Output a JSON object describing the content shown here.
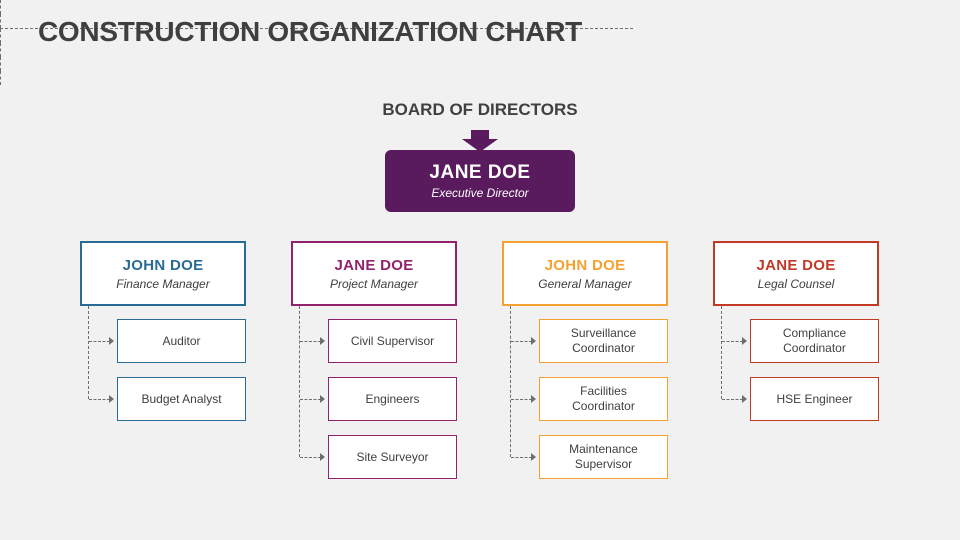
{
  "title": "CONSTRUCTION ORGANIZATION CHART",
  "board": {
    "label": "BOARD OF DIRECTORS"
  },
  "executive": {
    "name": "JANE DOE",
    "role": "Executive Director"
  },
  "branches": [
    {
      "name": "JOHN DOE",
      "role": "Finance Manager",
      "color": "#2A6B94",
      "children": [
        "Auditor",
        "Budget Analyst"
      ]
    },
    {
      "name": "JANE DOE",
      "role": "Project Manager",
      "color": "#91226B",
      "children": [
        "Civil Supervisor",
        "Engineers",
        "Site Surveyor"
      ]
    },
    {
      "name": "JOHN DOE",
      "role": "General Manager",
      "color": "#F2A132",
      "children": [
        "Surveillance Coordinator",
        "Facilities Coordinator",
        "Maintenance Supervisor"
      ]
    },
    {
      "name": "JANE DOE",
      "role": "Legal Counsel",
      "color": "#C23A26",
      "children": [
        "Compliance Coordinator",
        "HSE Engineer"
      ]
    }
  ],
  "colors": {
    "background": "#F1F1F1",
    "title_text": "#3F3F3F",
    "executive_fill": "#5A1A5E",
    "connector": "#6E6E6E",
    "body_text": "#404040"
  }
}
